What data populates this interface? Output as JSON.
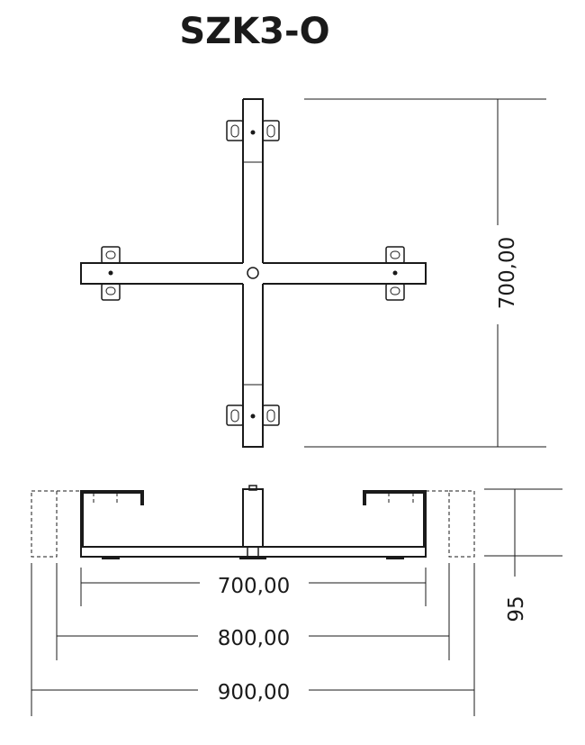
{
  "title": "SZK3-O",
  "dimensions": {
    "height_top_view": "700,00",
    "inner_width": "700,00",
    "middle_width": "800,00",
    "outer_width": "900,00",
    "side_height": "95"
  }
}
